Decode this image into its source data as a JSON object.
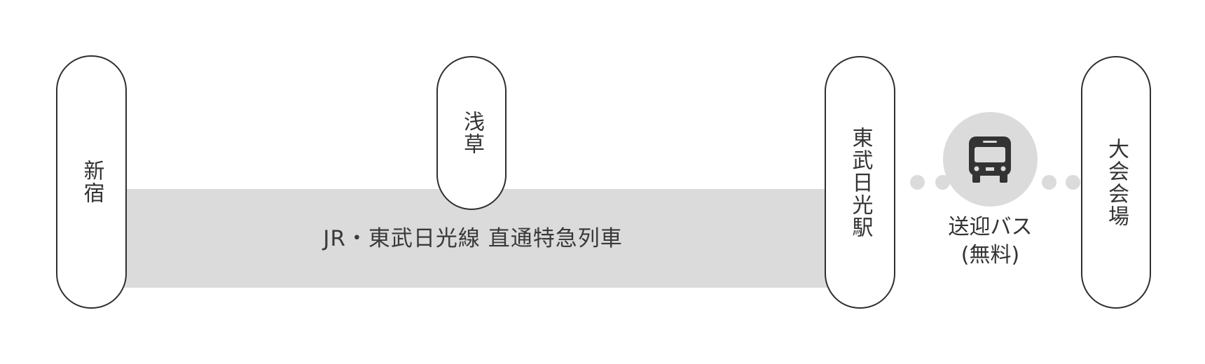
{
  "route": {
    "band_color": "#dbdbdb",
    "train_label": "JR・東武日光線 直通特急列車"
  },
  "stations": {
    "shinjuku": "新宿",
    "asakusa": "浅草",
    "tobu_nikko": "東武日光駅",
    "venue": "大会会場"
  },
  "bus": {
    "icon": "bus-icon",
    "label_line1": "送迎バス",
    "label_line2": "(無料)"
  },
  "colors": {
    "outline": "#2f2f2f",
    "text": "#333333",
    "band": "#dbdbdb",
    "bus_icon": "#333333"
  }
}
